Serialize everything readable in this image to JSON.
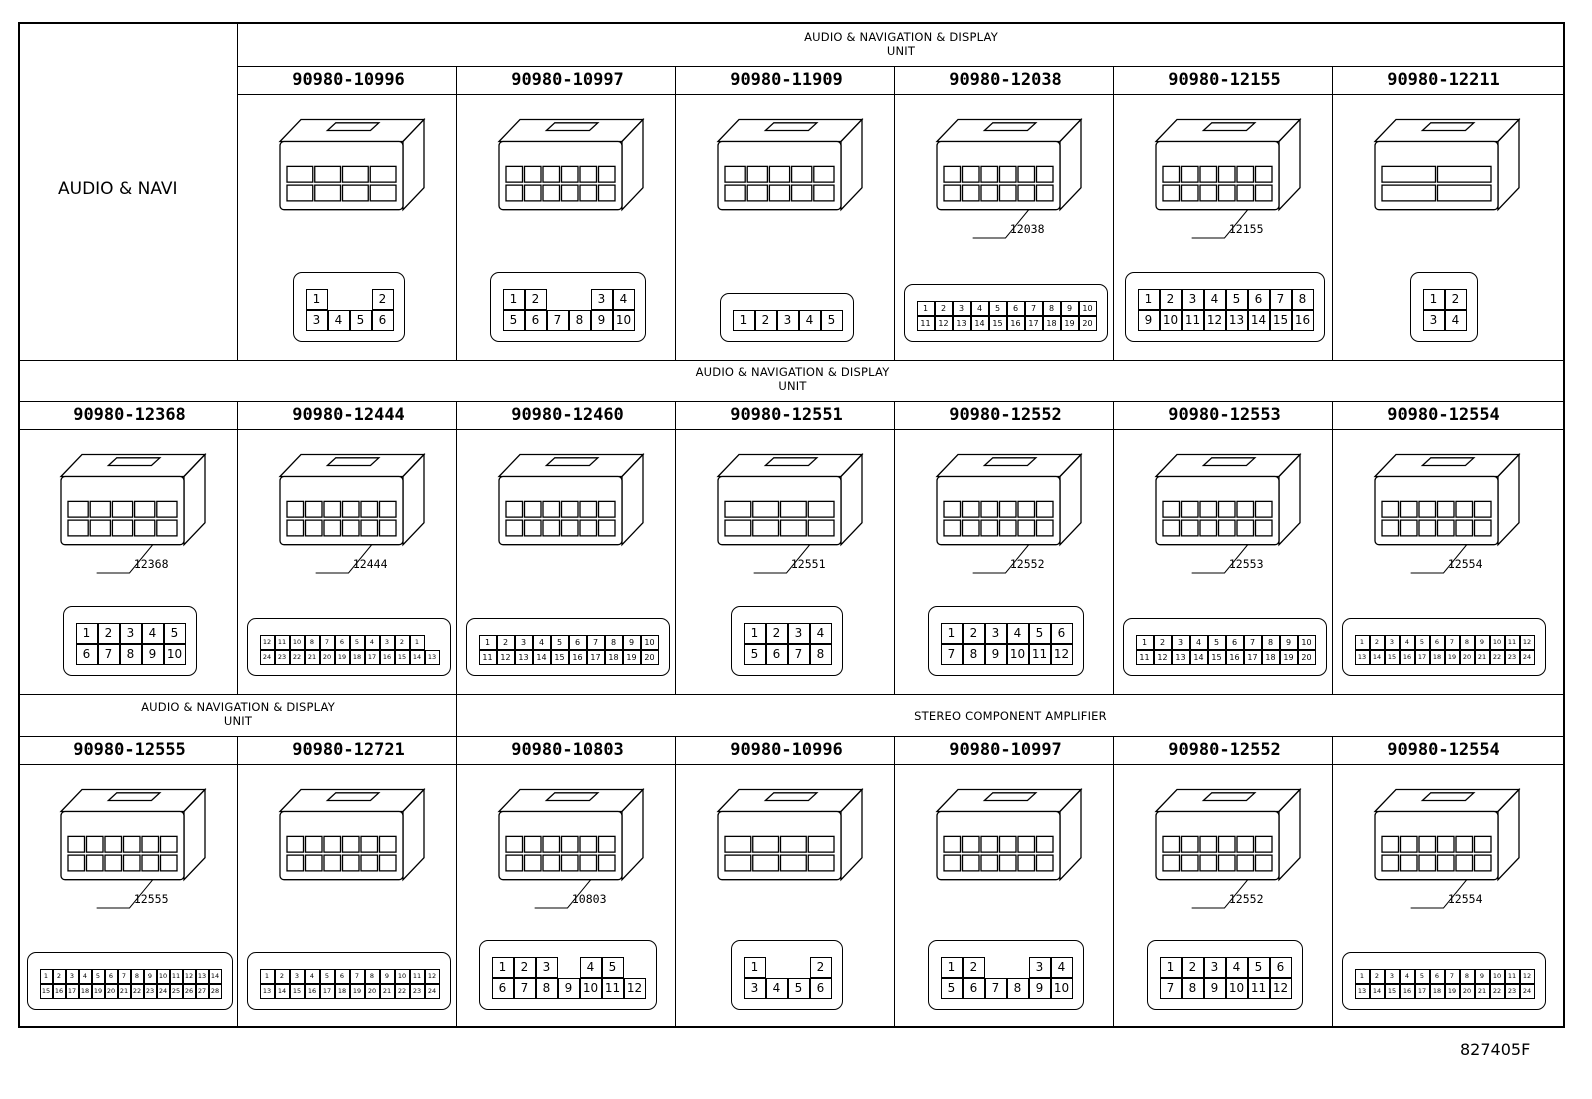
{
  "sheet_id": "827405F",
  "section_label": "AUDIO & NAVI",
  "band_headers": {
    "row1": [
      "AUDIO & NAVIGATION & DISPLAY",
      "UNIT"
    ],
    "row2": [
      "AUDIO & NAVIGATION & DISPLAY",
      "UNIT"
    ],
    "row3_left": [
      "AUDIO & NAVIGATION & DISPLAY",
      "UNIT"
    ],
    "row3_right": [
      "STEREO COMPONENT AMPLIFIER"
    ]
  },
  "rows": [
    [
      {
        "part": "90980-10996",
        "callout": "",
        "face": {
          "rows": [
            [
              "1",
              "",
              "",
              "2"
            ],
            [
              "3",
              "4",
              "5",
              "6"
            ]
          ]
        }
      },
      {
        "part": "90980-10997",
        "callout": "",
        "face": {
          "rows": [
            [
              "1",
              "2",
              "",
              "",
              "3",
              "4"
            ],
            [
              "5",
              "6",
              "7",
              "8",
              "9",
              "10"
            ]
          ]
        }
      },
      {
        "part": "90980-11909",
        "callout": "",
        "face": {
          "rows": [
            [
              "1",
              "2",
              "3",
              "4",
              "5"
            ]
          ]
        }
      },
      {
        "part": "90980-12038",
        "callout": "12038",
        "face": {
          "rows": [
            [
              "1",
              "2",
              "3",
              "4",
              "5",
              "6",
              "7",
              "8",
              "9",
              "10"
            ],
            [
              "11",
              "12",
              "13",
              "14",
              "15",
              "16",
              "17",
              "18",
              "19",
              "20"
            ]
          ]
        }
      },
      {
        "part": "90980-12155",
        "callout": "12155",
        "face": {
          "rows": [
            [
              "1",
              "2",
              "3",
              "4",
              "5",
              "6",
              "7",
              "8"
            ],
            [
              "9",
              "10",
              "11",
              "12",
              "13",
              "14",
              "15",
              "16"
            ]
          ]
        }
      },
      {
        "part": "90980-12211",
        "callout": "",
        "face": {
          "rows": [
            [
              "1",
              "2"
            ],
            [
              "3",
              "4"
            ]
          ]
        }
      }
    ],
    [
      {
        "part": "90980-12368",
        "callout": "12368",
        "face": {
          "rows": [
            [
              "1",
              "2",
              "3",
              "4",
              "5"
            ],
            [
              "6",
              "7",
              "8",
              "9",
              "10"
            ]
          ]
        }
      },
      {
        "part": "90980-12444",
        "callout": "12444",
        "face": {
          "rows": [
            [
              "12",
              "11",
              "10",
              "8",
              "7",
              "6",
              "5",
              "4",
              "3",
              "2",
              "1"
            ],
            [
              "24",
              "23",
              "22",
              "21",
              "20",
              "19",
              "18",
              "17",
              "16",
              "15",
              "14",
              "13"
            ]
          ]
        }
      },
      {
        "part": "90980-12460",
        "callout": "",
        "face": {
          "rows": [
            [
              "1",
              "2",
              "3",
              "4",
              "5",
              "6",
              "7",
              "8",
              "9",
              "10"
            ],
            [
              "11",
              "12",
              "13",
              "14",
              "15",
              "16",
              "17",
              "18",
              "19",
              "20"
            ]
          ]
        }
      },
      {
        "part": "90980-12551",
        "callout": "12551",
        "face": {
          "rows": [
            [
              "1",
              "2",
              "3",
              "4"
            ],
            [
              "5",
              "6",
              "7",
              "8"
            ]
          ]
        }
      },
      {
        "part": "90980-12552",
        "callout": "12552",
        "face": {
          "rows": [
            [
              "1",
              "2",
              "3",
              "4",
              "5",
              "6"
            ],
            [
              "7",
              "8",
              "9",
              "10",
              "11",
              "12"
            ]
          ]
        }
      },
      {
        "part": "90980-12553",
        "callout": "12553",
        "face": {
          "rows": [
            [
              "1",
              "2",
              "3",
              "4",
              "5",
              "6",
              "7",
              "8",
              "9",
              "10"
            ],
            [
              "11",
              "12",
              "13",
              "14",
              "15",
              "16",
              "17",
              "18",
              "19",
              "20"
            ]
          ]
        }
      },
      {
        "part": "90980-12554",
        "callout": "12554",
        "face": {
          "rows": [
            [
              "1",
              "2",
              "3",
              "4",
              "5",
              "6",
              "7",
              "8",
              "9",
              "10",
              "11",
              "12"
            ],
            [
              "13",
              "14",
              "15",
              "16",
              "17",
              "18",
              "19",
              "20",
              "21",
              "22",
              "23",
              "24"
            ]
          ]
        }
      }
    ],
    [
      {
        "part": "90980-12555",
        "callout": "12555",
        "face": {
          "rows": [
            [
              "1",
              "2",
              "3",
              "4",
              "5",
              "6",
              "7",
              "8",
              "9",
              "10",
              "11",
              "12",
              "13",
              "14"
            ],
            [
              "15",
              "16",
              "17",
              "18",
              "19",
              "20",
              "21",
              "22",
              "23",
              "24",
              "25",
              "26",
              "27",
              "28"
            ]
          ]
        }
      },
      {
        "part": "90980-12721",
        "callout": "",
        "face": {
          "rows": [
            [
              "1",
              "2",
              "3",
              "4",
              "5",
              "6",
              "7",
              "8",
              "9",
              "10",
              "11",
              "12"
            ],
            [
              "13",
              "14",
              "15",
              "16",
              "17",
              "18",
              "19",
              "20",
              "21",
              "22",
              "23",
              "24"
            ]
          ]
        }
      },
      {
        "part": "90980-10803",
        "callout": "10803",
        "face": {
          "rows": [
            [
              "1",
              "2",
              "3",
              "",
              "4",
              "5"
            ],
            [
              "6",
              "7",
              "8",
              "9",
              "10",
              "11",
              "12"
            ]
          ]
        }
      },
      {
        "part": "90980-10996",
        "callout": "",
        "face": {
          "rows": [
            [
              "1",
              "",
              "",
              "2"
            ],
            [
              "3",
              "4",
              "5",
              "6"
            ]
          ]
        }
      },
      {
        "part": "90980-10997",
        "callout": "",
        "face": {
          "rows": [
            [
              "1",
              "2",
              "",
              "",
              "3",
              "4"
            ],
            [
              "5",
              "6",
              "7",
              "8",
              "9",
              "10"
            ]
          ]
        }
      },
      {
        "part": "90980-12552",
        "callout": "12552",
        "face": {
          "rows": [
            [
              "1",
              "2",
              "3",
              "4",
              "5",
              "6"
            ],
            [
              "7",
              "8",
              "9",
              "10",
              "11",
              "12"
            ]
          ]
        }
      },
      {
        "part": "90980-12554",
        "callout": "12554",
        "face": {
          "rows": [
            [
              "1",
              "2",
              "3",
              "4",
              "5",
              "6",
              "7",
              "8",
              "9",
              "10",
              "11",
              "12"
            ],
            [
              "13",
              "14",
              "15",
              "16",
              "17",
              "18",
              "19",
              "20",
              "21",
              "22",
              "23",
              "24"
            ]
          ]
        }
      }
    ]
  ],
  "colors": {
    "line": "#000000",
    "background": "#ffffff"
  }
}
